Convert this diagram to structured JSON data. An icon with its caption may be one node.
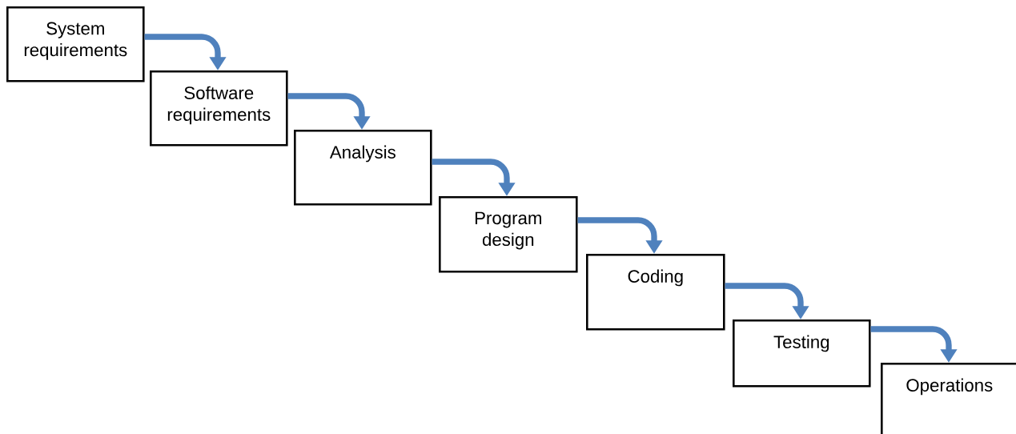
{
  "diagram": {
    "nodes": [
      {
        "text": [
          "System requirements"
        ]
      },
      {
        "text": [
          "Software requirements"
        ]
      },
      {
        "text": [
          "Analysis"
        ]
      },
      {
        "text": [
          "Program design"
        ]
      },
      {
        "text": [
          "Coding"
        ]
      },
      {
        "text": [
          "Testing"
        ]
      },
      {
        "text": [
          "Operations"
        ]
      }
    ],
    "edges": [
      {
        "from": 0,
        "to": 1,
        "arrow": "to"
      },
      {
        "from": 1,
        "to": 2,
        "arrow": "to"
      },
      {
        "from": 2,
        "to": 3,
        "arrow": "to"
      },
      {
        "from": 3,
        "to": 4,
        "arrow": "to"
      },
      {
        "from": 4,
        "to": 5,
        "arrow": "to"
      },
      {
        "from": 5,
        "to": 6,
        "arrow": "to"
      }
    ]
  }
}
